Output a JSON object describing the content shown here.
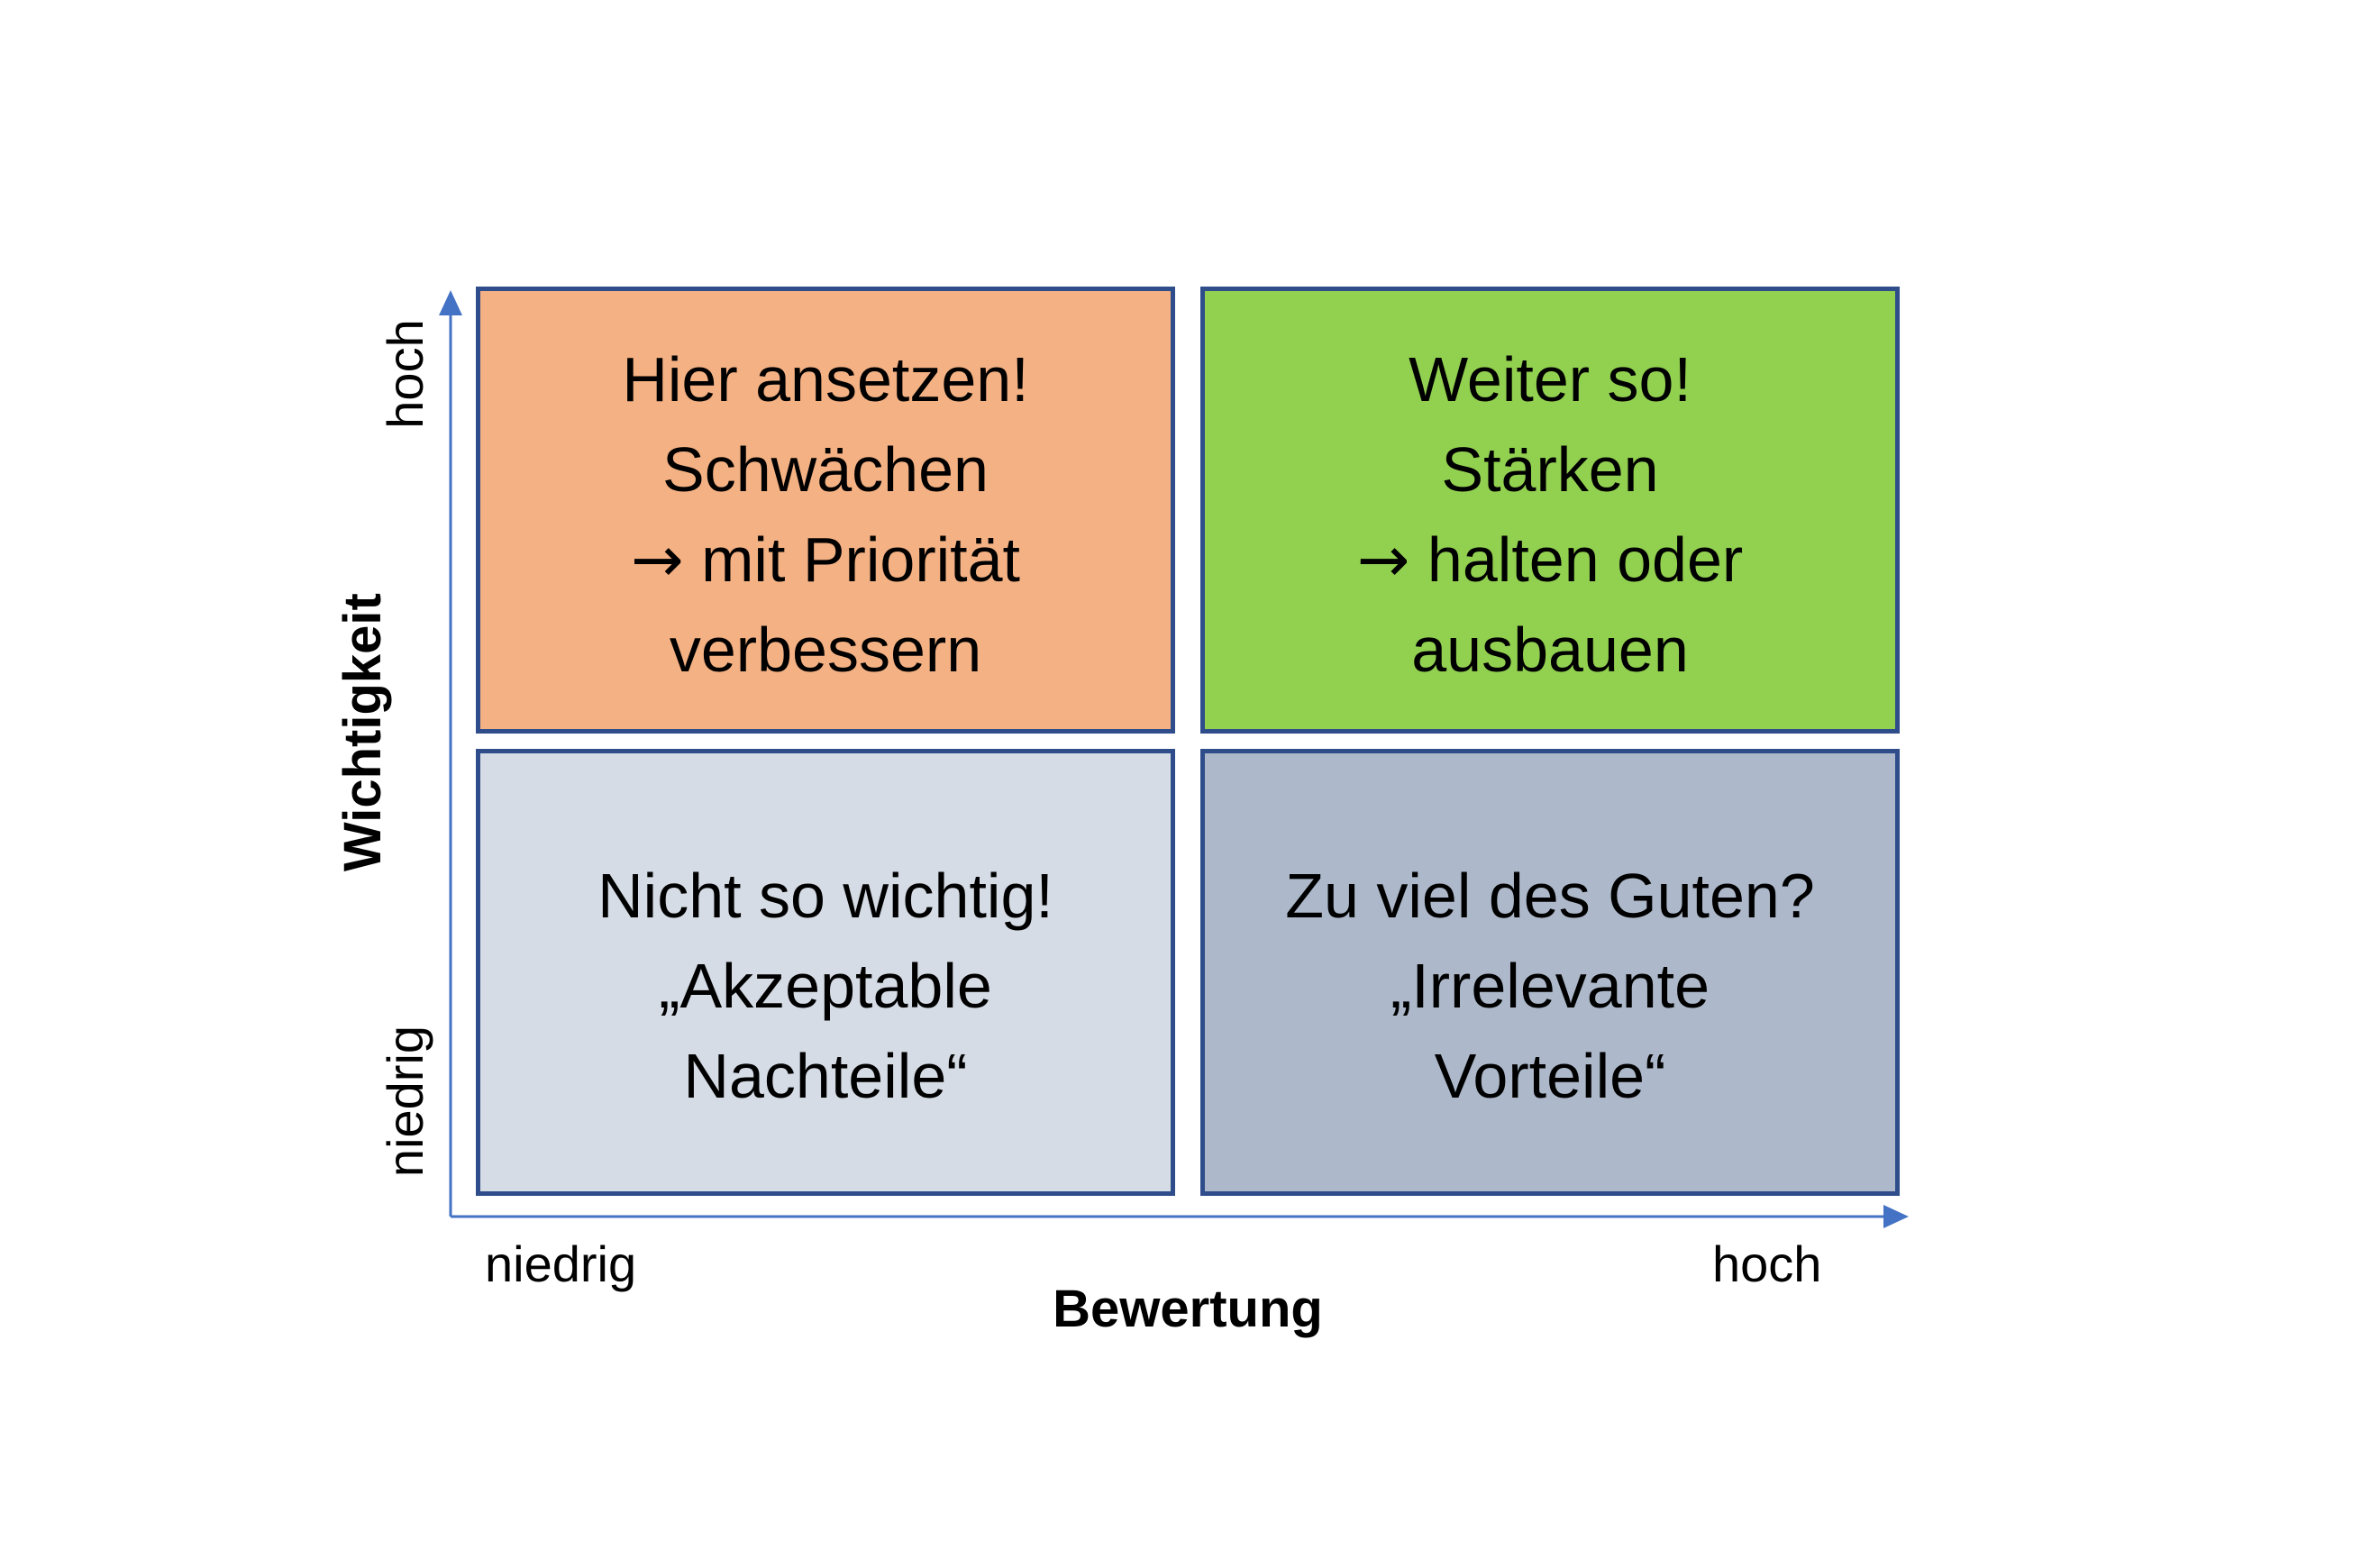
{
  "quadrants": {
    "top_left": {
      "lines": [
        "Hier ansetzen!",
        "Schwächen",
        "mit Priorität",
        "verbessern"
      ],
      "color": "#f4b183"
    },
    "top_right": {
      "lines": [
        "Weiter so!",
        "Stärken",
        "halten oder",
        "ausbauen"
      ],
      "color": "#92d050"
    },
    "bottom_left": {
      "lines": [
        "Nicht so wichtig!",
        "„Akzeptable",
        "Nachteile“"
      ],
      "color": "#d6dce5"
    },
    "bottom_right": {
      "lines": [
        "Zu viel des Guten?",
        "„Irrelevante",
        "Vorteile“"
      ],
      "color": "#adb9ca"
    }
  },
  "arrow_icon": "arrow-right-icon",
  "y_axis": {
    "title": "Wichtigkeit",
    "high": "hoch",
    "low": "niedrig"
  },
  "x_axis": {
    "title": "Bewertung",
    "low": "niedrig",
    "high": "hoch"
  },
  "colors": {
    "border": "#2f4d8a",
    "axis": "#4472c4"
  }
}
